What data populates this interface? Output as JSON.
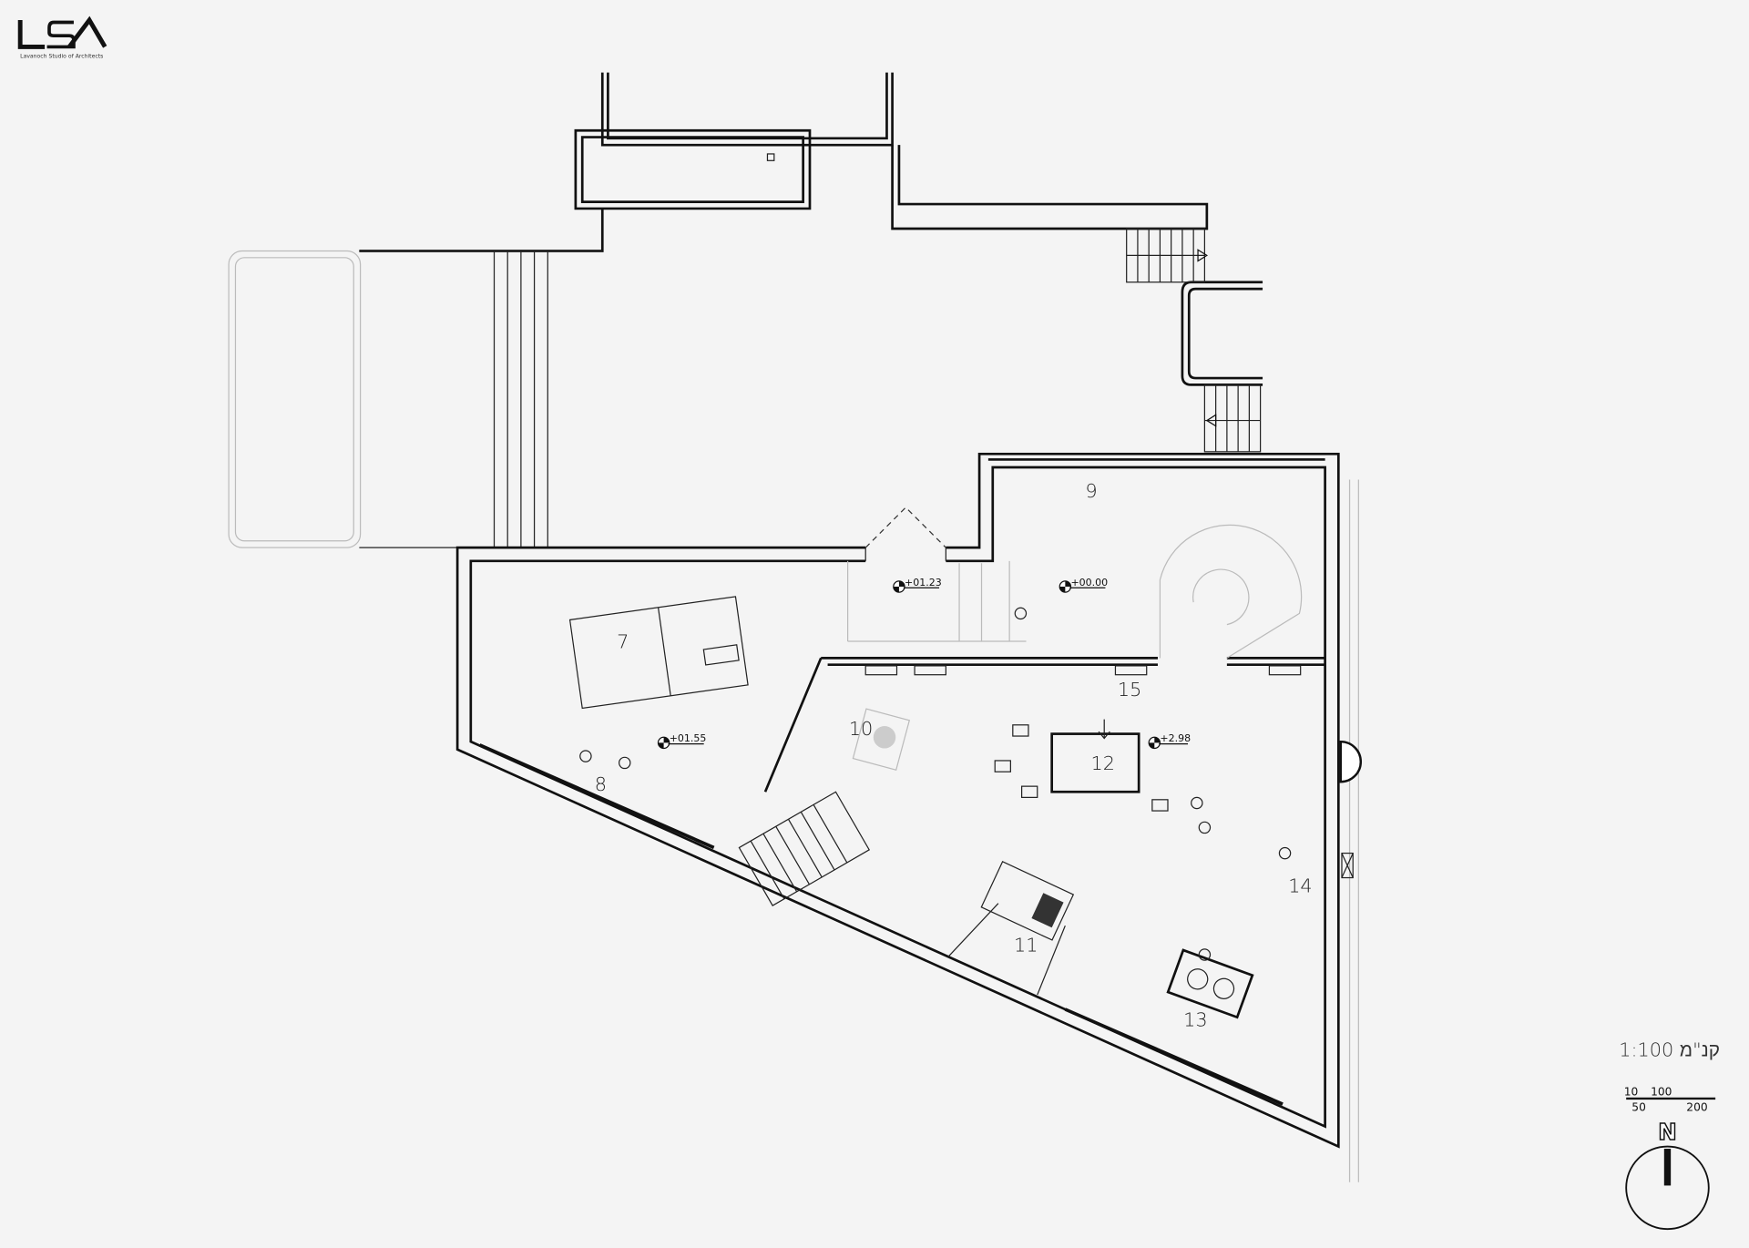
{
  "logo": {
    "mark": "LSA",
    "subtitle": "Lavanoch Studio of Architects"
  },
  "rooms": [
    {
      "number": "7"
    },
    {
      "number": "8"
    },
    {
      "number": "9"
    },
    {
      "number": "10"
    },
    {
      "number": "11"
    },
    {
      "number": "12"
    },
    {
      "number": "13"
    },
    {
      "number": "14"
    },
    {
      "number": "15"
    }
  ],
  "elevations": [
    "+01.23",
    "+00.00",
    "+01.55",
    "+2.98"
  ],
  "scale": {
    "label": "1:100 קנ\"מ",
    "bar_top": [
      "10",
      "100"
    ],
    "bar_bottom": [
      "50",
      "200"
    ]
  },
  "north": {
    "label": "N"
  }
}
